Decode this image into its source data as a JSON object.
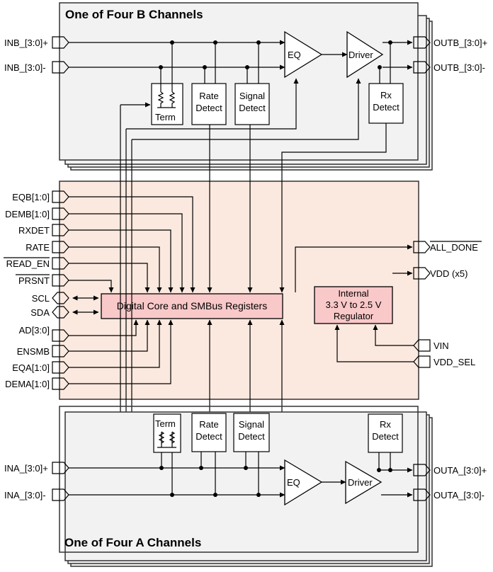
{
  "titles": {
    "b_channels": "One of Four B Channels",
    "a_channels": "One of Four A Channels"
  },
  "b_channel": {
    "in_plus": "INB_[3:0]+",
    "in_minus": "INB_[3:0]-",
    "out_plus": "OUTB_[3:0]+",
    "out_minus": "OUTB_[3:0]-",
    "term": "Term",
    "rate_detect": [
      "Rate",
      "Detect"
    ],
    "signal_detect": [
      "Signal",
      "Detect"
    ],
    "rx_detect": [
      "Rx",
      "Detect"
    ],
    "eq": "EQ",
    "driver": "Driver"
  },
  "a_channel": {
    "in_plus": "INA_[3:0]+",
    "in_minus": "INA_[3:0]-",
    "out_plus": "OUTA_[3:0]+",
    "out_minus": "OUTA_[3:0]-",
    "term": "Term",
    "rate_detect": [
      "Rate",
      "Detect"
    ],
    "signal_detect": [
      "Signal",
      "Detect"
    ],
    "rx_detect": [
      "Rx",
      "Detect"
    ],
    "eq": "EQ",
    "driver": "Driver"
  },
  "core": {
    "label": "Digital Core and SMBus Registers",
    "regulator": [
      "Internal",
      "3.3 V to 2.5 V",
      "Regulator"
    ]
  },
  "left_pins": [
    "EQB[1:0]",
    "DEMB[1:0]",
    "RXDET",
    "RATE",
    "READ_EN",
    "PRSNT",
    "SCL",
    "SDA",
    "AD[3:0]",
    "ENSMB",
    "EQA[1:0]",
    "DEMA[1:0]"
  ],
  "right_pins": [
    "ALL_DONE",
    "VDD (x5)",
    "VIN",
    "VDD_SEL"
  ],
  "colors": {
    "core_fill": "#f9c8c8",
    "core_panel": "#fbe9df",
    "channel_fill": "#f2f2f2"
  }
}
